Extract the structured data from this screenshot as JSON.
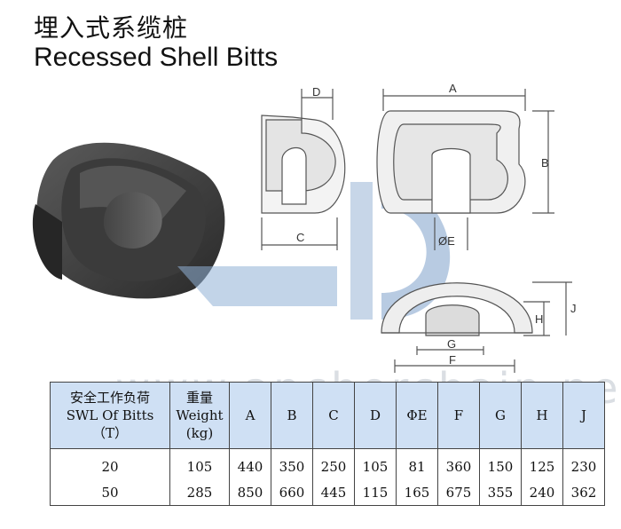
{
  "title_cn": "埋入式系缆桩",
  "title_en": "Recessed Shell Bitts",
  "watermark": "www.anchorchain.net",
  "drawing_labels": {
    "d": "D",
    "a": "A",
    "b": "B",
    "c": "C",
    "phi_e": "ØE",
    "h": "H",
    "j": "J",
    "g": "G",
    "f": "F"
  },
  "table": {
    "headers": [
      [
        "安全工作负荷",
        "SWL Of Bitts",
        "（T）"
      ],
      [
        "重量",
        "Weight",
        "(kg)"
      ],
      [
        "A"
      ],
      [
        "B"
      ],
      [
        "C"
      ],
      [
        "D"
      ],
      [
        "ΦE"
      ],
      [
        "F"
      ],
      [
        "G"
      ],
      [
        "H"
      ],
      [
        "J"
      ]
    ],
    "rows": [
      [
        "20",
        "105",
        "440",
        "350",
        "250",
        "105",
        "81",
        "360",
        "150",
        "125",
        "230"
      ],
      [
        "50",
        "285",
        "850",
        "660",
        "445",
        "115",
        "165",
        "675",
        "355",
        "240",
        "362"
      ]
    ]
  }
}
